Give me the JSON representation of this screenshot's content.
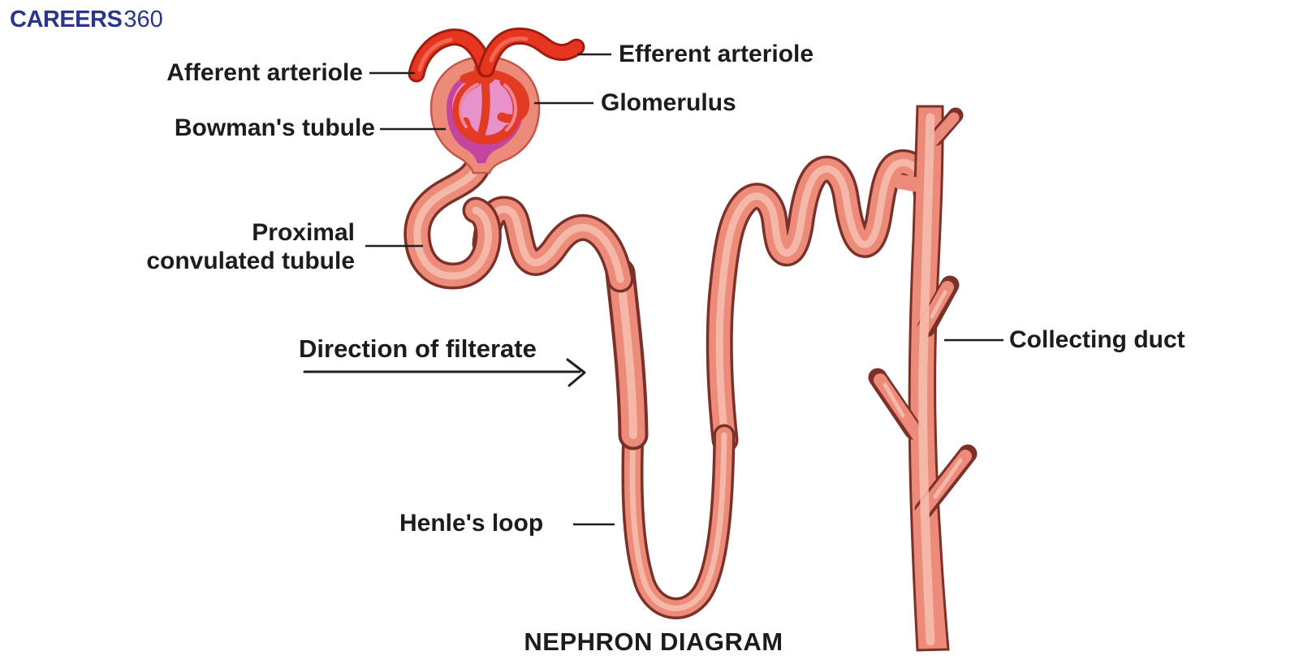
{
  "theme": {
    "label_text": "#1c1c1c",
    "leader": "#1f1f1f",
    "logo_navy": "#29368c",
    "arteriole_red": "#e63620",
    "arteriole_dark": "#9e1c10",
    "tubule_salmon": "#ec8b7a",
    "tubule_highlight": "#f6bcad",
    "tubule_outline": "#7c3128",
    "capsule_magenta": "#c4459f",
    "capsule_light": "#e792cb",
    "capillary_red": "#e33a24"
  },
  "logo": {
    "brand": "CAREERS",
    "suffix": "360"
  },
  "diagram": {
    "title": "NEPHRON DIAGRAM",
    "labels": {
      "afferent_arteriole": "Afferent arteriole",
      "efferent_arteriole": "Efferent arteriole",
      "glomerulus": "Glomerulus",
      "bowmans_tubule": "Bowman's tubule",
      "proximal_line1": "Proximal",
      "proximal_line2": "convulated tubule",
      "direction_of_filtrate": "Direction of filterate",
      "henles_loop": "Henle's loop",
      "collecting_duct": "Collecting duct"
    }
  }
}
